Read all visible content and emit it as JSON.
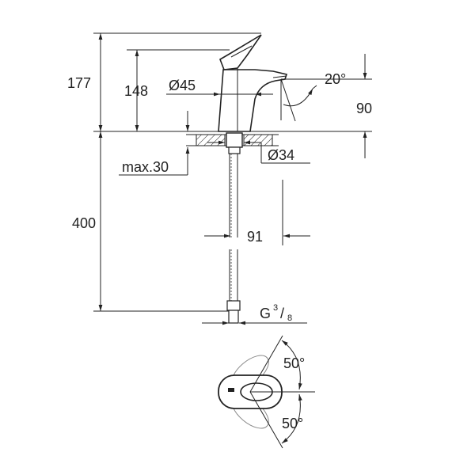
{
  "dimensions": {
    "total_height": "177",
    "spout_height": "148",
    "body_diameter": "Ø45",
    "spout_angle": "20°",
    "spout_reach": "90",
    "base_diameter": "Ø34",
    "max_thickness": "max.30",
    "hose_length": "400",
    "hose_offset": "91",
    "thread_main": "G",
    "thread_numerator": "3",
    "thread_denominator": "8",
    "lever_angle_top": "50°",
    "lever_angle_bottom": "50°"
  }
}
